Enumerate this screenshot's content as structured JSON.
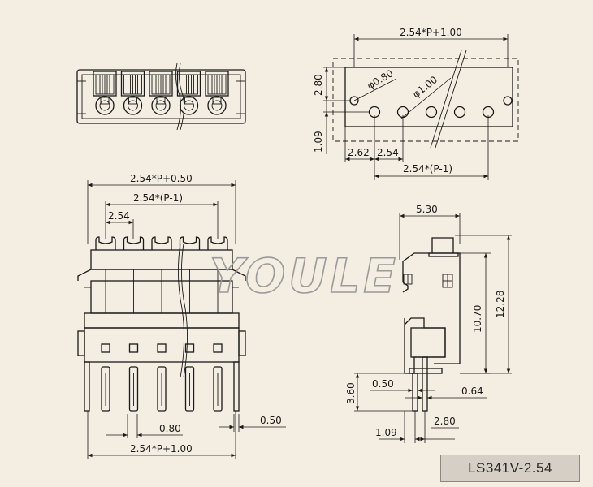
{
  "watermark": "YOULE",
  "part_number": "LS341V-2.54",
  "dimensions": {
    "top_right": {
      "overall": "2.54*P+1.00",
      "height": "2.80",
      "hole_small": "φ0.80",
      "hole_large": "φ1.00",
      "offset": "1.09",
      "edge": "2.62",
      "pitch": "2.54",
      "span": "2.54*(P-1)"
    },
    "front": {
      "overall": "2.54*P+0.50",
      "span": "2.54*(P-1)",
      "pitch": "2.54",
      "pin_width": "0.80",
      "pin_thick": "0.50",
      "base_width": "2.54*P+1.00"
    },
    "side": {
      "depth": "5.30",
      "body_height": "10.70",
      "total_height": "12.28",
      "pin_length": "3.60",
      "pin_thick": "0.50",
      "pin_offset": "0.64",
      "pin_edge": "1.09",
      "pin_spacing": "2.80"
    }
  }
}
